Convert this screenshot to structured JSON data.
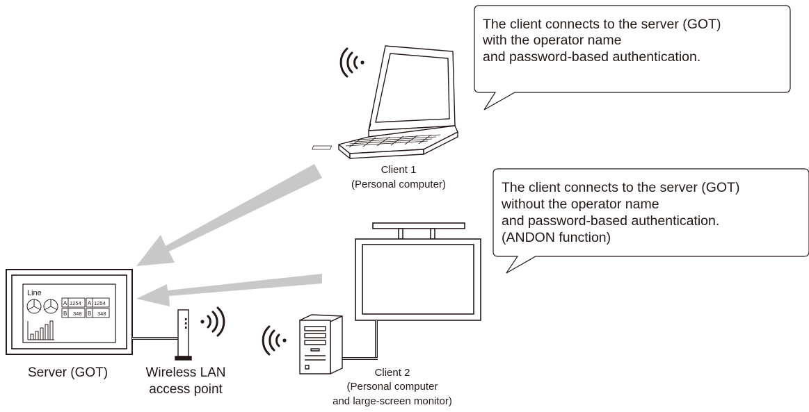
{
  "callouts": {
    "client1": {
      "line1": "The client connects to the server (GOT)",
      "line2": "with the operator name",
      "line3": "and password-based authentication."
    },
    "client2": {
      "line1": "The client connects to the server (GOT)",
      "line2": "without the operator name",
      "line3": "and password-based authentication.",
      "line4": "(ANDON function)"
    }
  },
  "labels": {
    "client1": {
      "line1": "Client 1",
      "line2": "(Personal computer)"
    },
    "client2": {
      "line1": "Client 2",
      "line2": "(Personal computer",
      "line3": "and large-screen monitor)"
    },
    "server": "Server (GOT)",
    "access_point": {
      "line1": "Wireless LAN",
      "line2": "access point"
    }
  },
  "got_screen": {
    "title": "Line",
    "rows": [
      {
        "label_a": "A",
        "value_a": "1254",
        "label_b": "A",
        "value_b": "1254"
      },
      {
        "label_a": "B",
        "value_a": "348",
        "label_b": "B",
        "value_b": "348"
      }
    ]
  },
  "colors": {
    "line": "#231815",
    "arrow": "#c8c8c8",
    "screen_fill": "#ffffff"
  }
}
